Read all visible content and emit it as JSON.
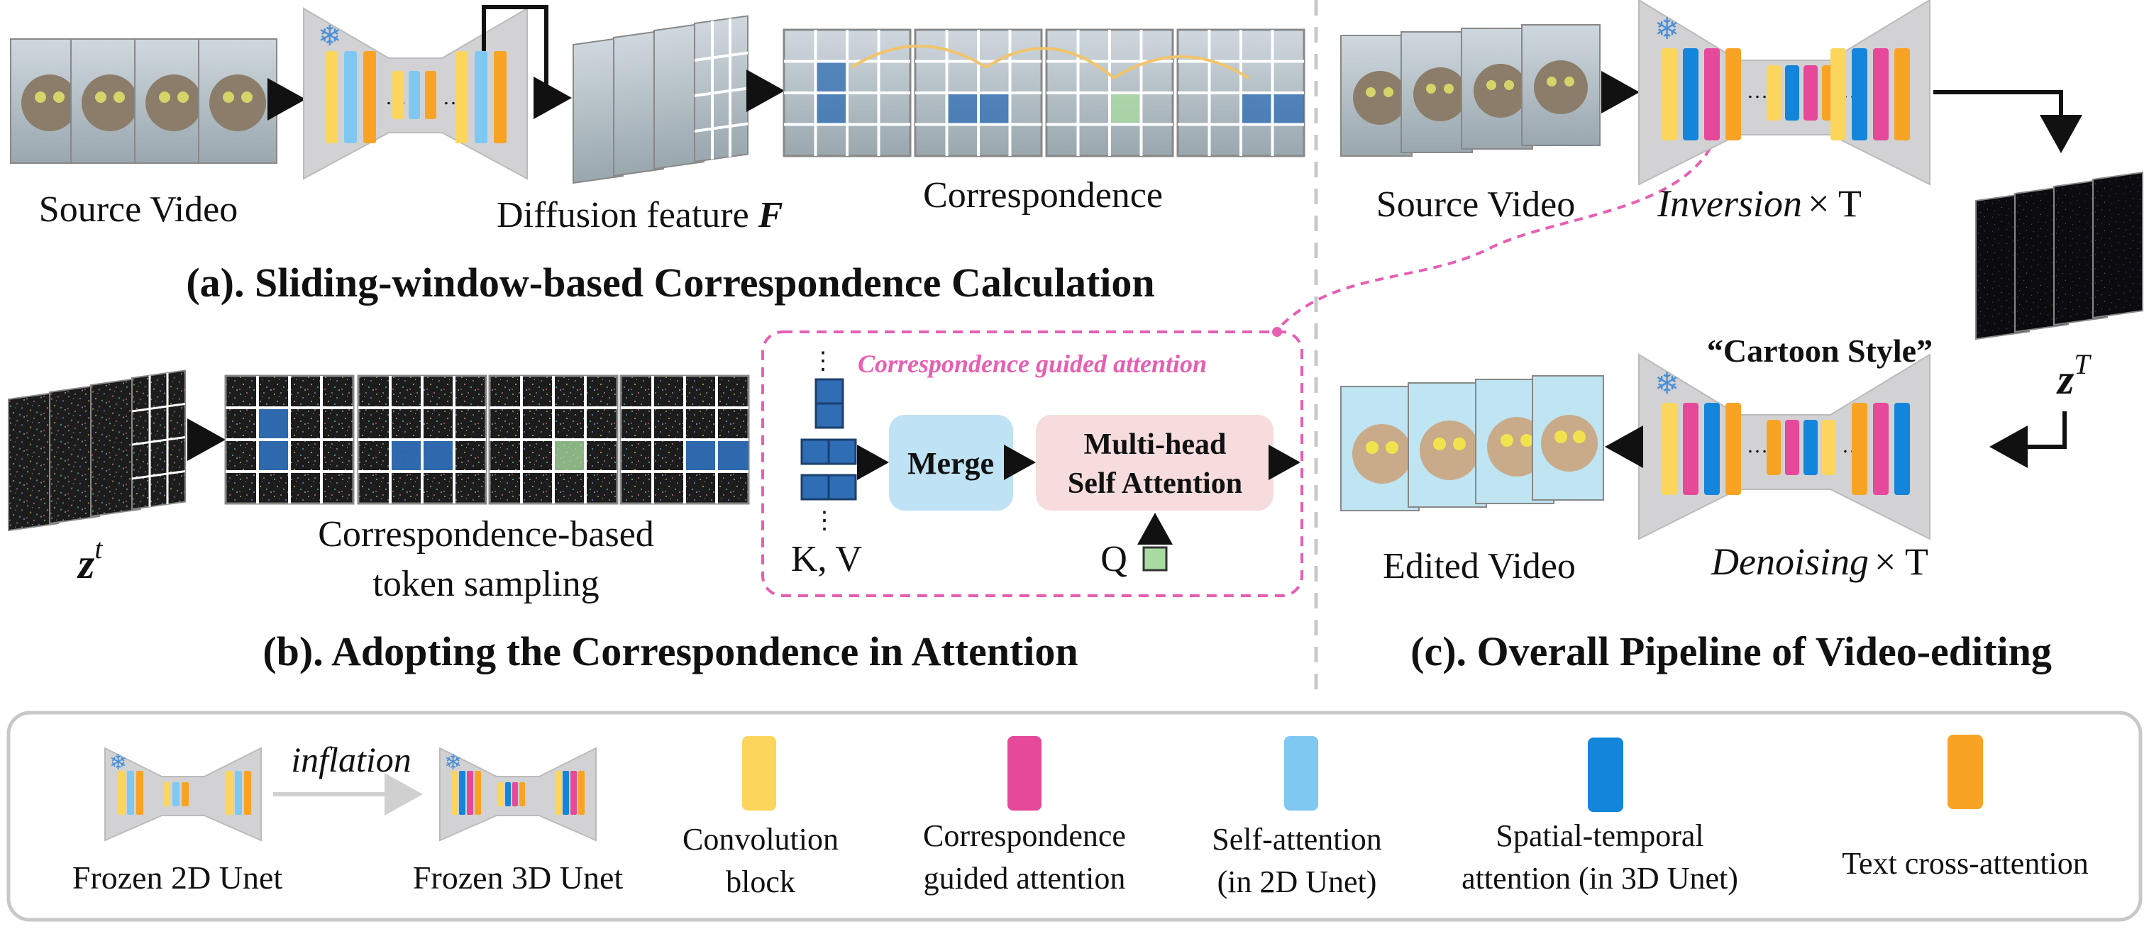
{
  "panel_a": {
    "source_label": "Source Video",
    "feature_label_prefix": "Diffusion feature ",
    "feature_label_symbol": "F",
    "correspondence_label": "Correspondence",
    "title": "(a). Sliding-window-based Correspondence Calculation"
  },
  "panel_b": {
    "latent_symbol": "z",
    "latent_superscript": "t",
    "sampling_label_line1": "Correspondence-based",
    "sampling_label_line2": "token sampling",
    "attention_box_title": "Correspondence guided attention",
    "merge_label": "Merge",
    "mhsa_line1": "Multi-head",
    "mhsa_line2": "Self Attention",
    "kv_label": "K, V",
    "q_label": "Q",
    "title": "(b). Adopting the Correspondence in Attention"
  },
  "panel_c": {
    "source_label": "Source Video",
    "inversion_label": "Inversion",
    "times_t_label": "× T",
    "latent_symbol": "z",
    "latent_superscript": "T",
    "prompt_label": "“Cartoon Style”",
    "edited_label": "Edited Video",
    "denoising_label": "Denoising",
    "title": "(c). Overall Pipeline of Video-editing"
  },
  "legend": {
    "frozen_2d": "Frozen 2D Unet",
    "inflation": "inflation",
    "frozen_3d": "Frozen 3D Unet",
    "conv_line1": "Convolution",
    "conv_line2": "block",
    "cga_line1": "Correspondence",
    "cga_line2": "guided attention",
    "self_line1": "Self-attention",
    "self_line2": "(in 2D Unet)",
    "st_line1": "Spatial-temporal",
    "st_line2": "attention (in 3D Unet)",
    "text_cross": "Text cross-attention"
  },
  "colors": {
    "convolution": "#fbd55c",
    "correspondence_attention": "#e6489a",
    "self_attention": "#7ec8f2",
    "spatial_temporal_attention": "#1385da",
    "text_cross_attention": "#f9a324",
    "unet_body": "#d2d2d4",
    "highlight_blue": "#2f6db5",
    "highlight_green": "#a8dba0",
    "dashed_pink": "#e65fb3",
    "merge_fill": "#bfe3f4",
    "mhsa_fill": "#f6dcdc"
  }
}
